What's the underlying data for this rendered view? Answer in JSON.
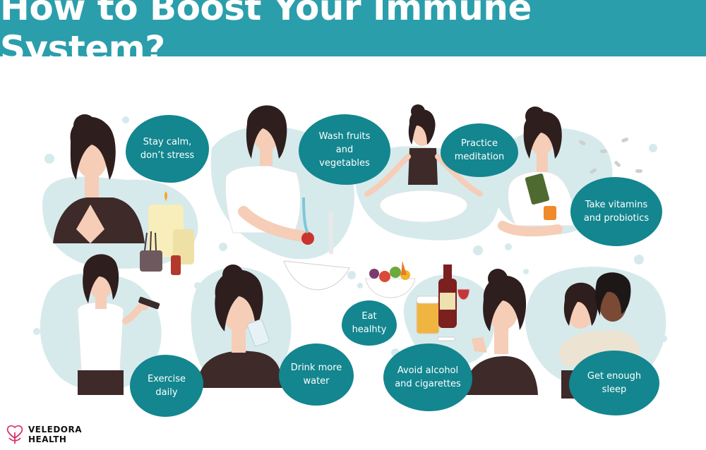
{
  "title": "How to Boost Your Immune System?",
  "tips": [
    "Stay calm, don’t stress",
    "Wash fruits and vegetables",
    "Practice meditation",
    "Take vitamins and probiotics",
    "Exercise daily",
    "Drink more water",
    "Eat healhty",
    "Avoid alcohol and cigarettes",
    "Get enough sleep"
  ],
  "brand": {
    "line1": "VELEDORA",
    "line2": "HEALTH"
  },
  "colors": {
    "header": "#2b9eab",
    "bubble": "#13868f",
    "blob": "#d6eaec",
    "hair": "#2e1f1e",
    "skin": "#f6cdb7",
    "shirt_dark": "#3e2a28"
  }
}
